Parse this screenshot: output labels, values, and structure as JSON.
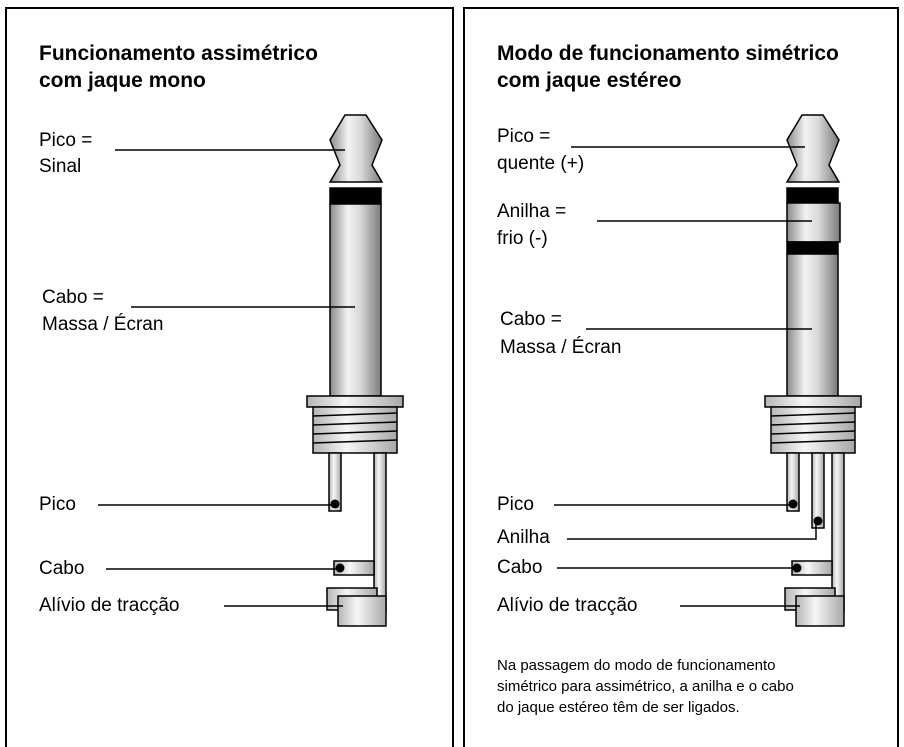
{
  "left": {
    "title_line1": "Funcionamento assimétrico",
    "title_line2": "com jaque mono",
    "tip_label": "Pico =",
    "tip_value": "Sinal",
    "sleeve_label": "Cabo =",
    "sleeve_value": "Massa / Écran",
    "solder_tip": "Pico",
    "solder_sleeve": "Cabo",
    "strain_relief": "Alívio de tracção"
  },
  "right": {
    "title_line1": "Modo de funcionamento simétrico",
    "title_line2": "com jaque estéreo",
    "tip_label": "Pico =",
    "tip_value": "quente (+)",
    "ring_label": "Anilha =",
    "ring_value": "frio (-)",
    "sleeve_label": "Cabo =",
    "sleeve_value": "Massa / Écran",
    "solder_tip": "Pico",
    "solder_ring": "Anilha",
    "solder_sleeve": "Cabo",
    "strain_relief": "Alívio de tracção",
    "note_line1": "Na passagem do modo de funcionamento",
    "note_line2": "simétrico para assimétrico, a anilha e o cabo",
    "note_line3": "do jaque estéreo têm de ser ligados."
  }
}
